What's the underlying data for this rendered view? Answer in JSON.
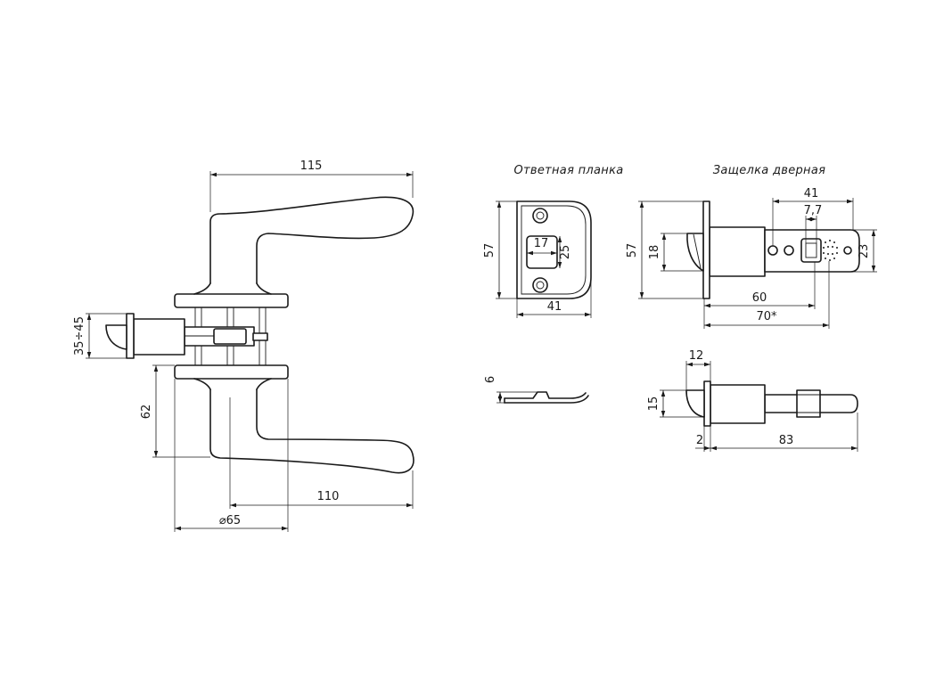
{
  "handle_assembly": {
    "dim_width": "115",
    "dim_door_thickness": "35÷45",
    "dim_rose_offset": "62",
    "dim_lever_length": "110",
    "dim_rose_diameter": "⌀65"
  },
  "strike_plate": {
    "title": "Ответная планка",
    "dim_height": "57",
    "dim_window_width": "17",
    "dim_window_height": "25",
    "dim_width": "41",
    "dim_thickness": "6"
  },
  "latch": {
    "title": "Защелка дверная",
    "dim_body_length": "41",
    "dim_square": "7,7",
    "dim_face_height": "57",
    "dim_bolt_height": "18",
    "dim_body_height": "23",
    "dim_backset_60": "60",
    "dim_backset_70": "70*",
    "dim_bolt_projection": "12",
    "dim_bolt_side": "15",
    "dim_face_thickness": "2",
    "dim_total_length": "83"
  }
}
